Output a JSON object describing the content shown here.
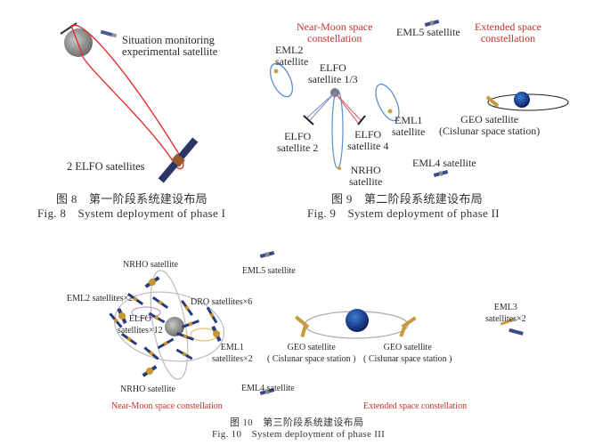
{
  "figures": [
    {
      "id": "fig8",
      "caption_cn": "图 8　第一阶段系统建设布局",
      "caption_en": "Fig. 8　System deployment of phase I",
      "labels": {
        "monitor": [
          "Situation monitoring",
          "experimental satellite"
        ],
        "elfo": "2 ELFO satellites"
      }
    },
    {
      "id": "fig9",
      "caption_cn": "图 9　第二阶段系统建设布局",
      "caption_en": "Fig. 9　System deployment of phase II",
      "labels": {
        "near_moon": [
          "Near-Moon space",
          "constellation"
        ],
        "eml5": "EML5 satellite",
        "extended": [
          "Extended space",
          "constellation"
        ],
        "eml2": [
          "EML2",
          "satellite"
        ],
        "elfo13": [
          "ELFO",
          "satellite 1/3"
        ],
        "eml1": [
          "EML1",
          "satellite"
        ],
        "geo": [
          "GEO satellite",
          "(Cislunar space station)"
        ],
        "elfo2": [
          "ELFO",
          "satellite 2"
        ],
        "elfo4": [
          "ELFO",
          "satellite 4"
        ],
        "nrho": [
          "NRHO",
          "satellite"
        ],
        "eml4": "EML4 satellite"
      }
    },
    {
      "id": "fig10",
      "caption_cn": "图 10　第三阶段系统建设布局",
      "caption_en": "Fig. 10　System deployment of phase III",
      "labels": {
        "nrho_top": "NRHO satellite",
        "eml5": "EML5 satellite",
        "eml2": "EML2 satellites×2",
        "dro": "DRO satellites×6",
        "elfo": [
          "ELFO",
          "satellites×12"
        ],
        "eml1": [
          "EML1",
          "satellites×2"
        ],
        "geo_left": [
          "GEO satellite",
          "( Cislunar space station )"
        ],
        "geo_right": [
          "GEO satellite",
          "( Cislunar space station )"
        ],
        "eml3": [
          "EML3",
          "satellites×2"
        ],
        "nrho_bottom": "NRHO satellite",
        "eml4": "EML4 satellite",
        "near_moon": "Near-Moon space constellation",
        "extended": "Extended space constellation"
      }
    }
  ],
  "colors": {
    "orbit_red": "#e0312f",
    "orbit_blue": "#5b8fd0",
    "orbit_gray": "#b8b8b8",
    "label_red": "#c0332b",
    "panel_blue": "#2a3a7a",
    "gold": "#c89a3a"
  }
}
